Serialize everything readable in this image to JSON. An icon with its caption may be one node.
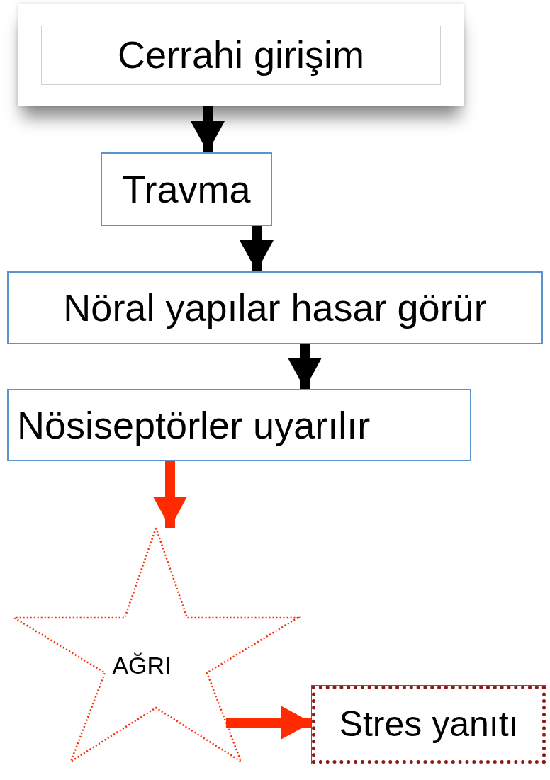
{
  "diagram": {
    "nodes": [
      {
        "text": [
          "Cerrahi girişim"
        ]
      },
      {
        "text": [
          "Travma"
        ]
      },
      {
        "text": [
          "Nöral yapılar hasar görür"
        ]
      },
      {
        "text": [
          "Nösiseptörler uyarılır"
        ]
      },
      {
        "text": [
          "AĞRI"
        ]
      },
      {
        "text": [
          "Stres yanıtı"
        ]
      }
    ],
    "edges": [
      {
        "from": 0,
        "to": 1,
        "arrow": "to"
      },
      {
        "from": 1,
        "to": 2,
        "arrow": "to"
      },
      {
        "from": 2,
        "to": 3,
        "arrow": "to"
      },
      {
        "from": 3,
        "to": 4,
        "arrow": "to",
        "color": "#ff2a00"
      },
      {
        "from": 4,
        "to": 5,
        "arrow": "to",
        "color": "#ff2a00"
      }
    ]
  }
}
